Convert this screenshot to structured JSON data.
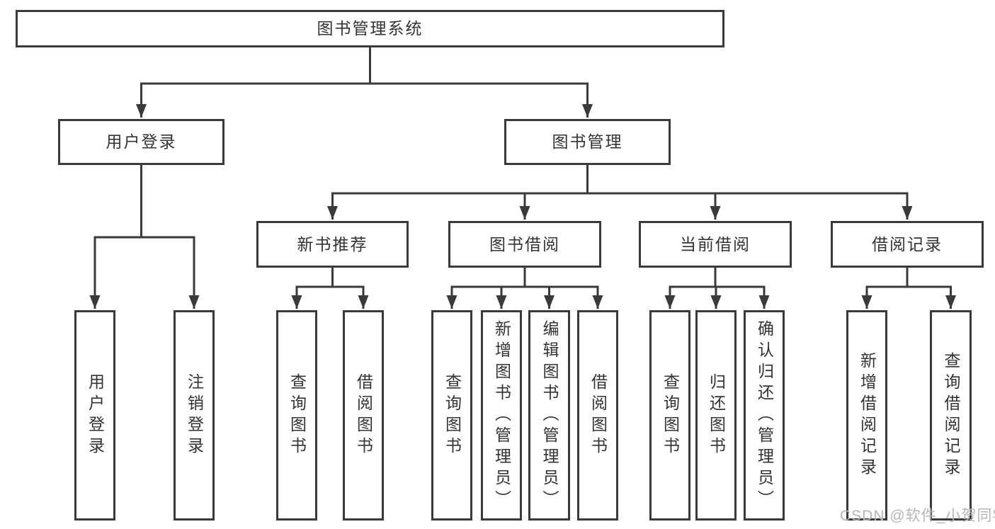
{
  "hierarchy": {
    "label": "图书管理系统",
    "children": [
      {
        "label": "用户登录",
        "children": [
          {
            "label": "用户登录"
          },
          {
            "label": "注销登录"
          }
        ]
      },
      {
        "label": "图书管理",
        "children": [
          {
            "label": "新书推荐",
            "children": [
              {
                "label": "查询图书"
              },
              {
                "label": "借阅图书"
              }
            ]
          },
          {
            "label": "图书借阅",
            "children": [
              {
                "label": "查询图书"
              },
              {
                "label": "新增图书（管理员）"
              },
              {
                "label": "编辑图书（管理员）"
              },
              {
                "label": "借阅图书"
              }
            ]
          },
          {
            "label": "当前借阅",
            "children": [
              {
                "label": "查询图书"
              },
              {
                "label": "归还图书"
              },
              {
                "label": "确认归还（管理员）"
              }
            ]
          },
          {
            "label": "借阅记录",
            "children": [
              {
                "label": "新增借阅记录"
              },
              {
                "label": "查询借阅记录"
              }
            ]
          }
        ]
      }
    ]
  },
  "watermark": "CSDN @软件_小贺同学",
  "colors": {
    "line": "#3a3a3a",
    "text": "#333333",
    "background": "#ffffff",
    "watermark": "#b6b6b6"
  }
}
